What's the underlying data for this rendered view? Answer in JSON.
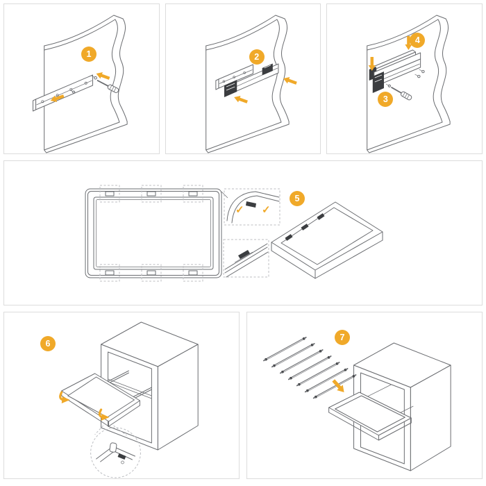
{
  "colors": {
    "accent": "#F0A929",
    "line": "#6a6c70",
    "dark": "#3b3d40",
    "panel_border": "#dcdcdc"
  },
  "badges": {
    "step1": "1",
    "step2": "2",
    "step3": "3",
    "step4": "4",
    "step5": "5",
    "step6": "6",
    "step7": "7"
  },
  "step5_detail": {
    "check_left": "✓",
    "check_right": "✓"
  },
  "panel7": {
    "rod_count": 7
  }
}
